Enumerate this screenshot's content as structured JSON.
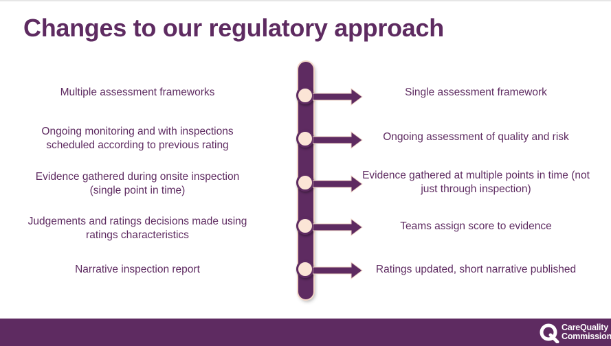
{
  "slide": {
    "title": "Changes to our regulatory approach",
    "rows": [
      {
        "from": "Multiple assessment frameworks",
        "to": "Single assessment framework"
      },
      {
        "from": "Ongoing monitoring and with inspections scheduled according to previous rating",
        "to": "Ongoing assessment of quality and risk"
      },
      {
        "from": "Evidence gathered during onsite inspection (single point in time)",
        "to": "Evidence gathered at multiple points in time (not just through inspection)"
      },
      {
        "from": "Judgements and ratings decisions made using ratings characteristics",
        "to": "Teams assign score to evidence"
      },
      {
        "from": "Narrative inspection report",
        "to": "Ratings updated, short narrative published"
      }
    ]
  },
  "footer": {
    "logo_line1": "CareQuality",
    "logo_line2": "Commission"
  },
  "colors": {
    "brand_purple": "#5e2b61",
    "node_fill": "#fbe5d6"
  },
  "icons": {
    "logo": "cqc-q-logo",
    "arrow": "right-arrow-icon",
    "node": "timeline-node-icon"
  }
}
